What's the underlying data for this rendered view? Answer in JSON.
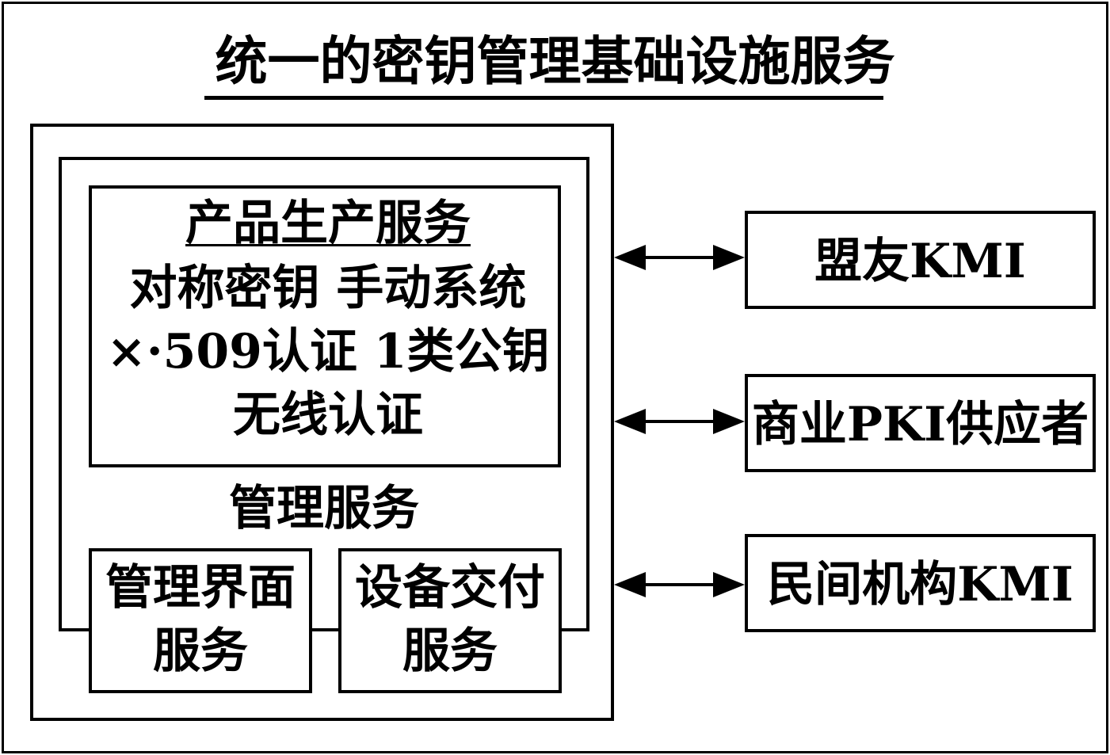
{
  "title": "统一的密钥管理基础设施服务",
  "product_box": {
    "title": "产品生产服务",
    "line1": "对称密钥  手动系统",
    "line2": "×·509认证  1类公钥",
    "line3": "无线认证"
  },
  "management": {
    "title": "管理服务",
    "ui_service": {
      "line1": "管理界面",
      "line2": "服务"
    },
    "delivery_service": {
      "line1": "设备交付",
      "line2": "服务"
    }
  },
  "external": [
    {
      "label": "盟友KMI"
    },
    {
      "label": "商业PKI供应者"
    },
    {
      "label": "民间机构KMI"
    }
  ],
  "connectors": "bidirectional-arrow"
}
